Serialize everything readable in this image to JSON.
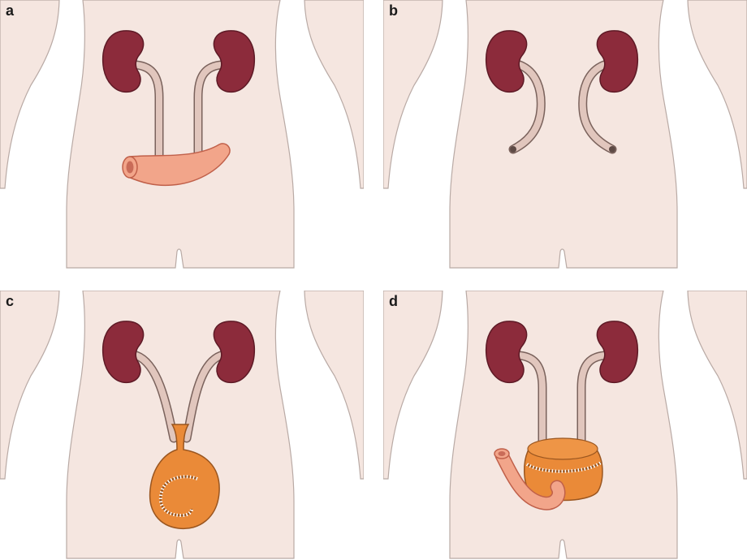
{
  "panels": [
    {
      "label": "a"
    },
    {
      "label": "b"
    },
    {
      "label": "c"
    },
    {
      "label": "d"
    }
  ],
  "colors": {
    "skin": "#f5e6e0",
    "skin_outline": "#b9aaa5",
    "kidney": "#8c2b3b",
    "kidney_dark": "#5e1a26",
    "ureter": "#e1c6bd",
    "ureter_outline": "#7a625c",
    "bowel": "#f2a58a",
    "bowel_outline": "#c0604a",
    "pouch": "#ea8a38",
    "pouch_outline": "#9a5620",
    "suture": "#ffffff"
  }
}
